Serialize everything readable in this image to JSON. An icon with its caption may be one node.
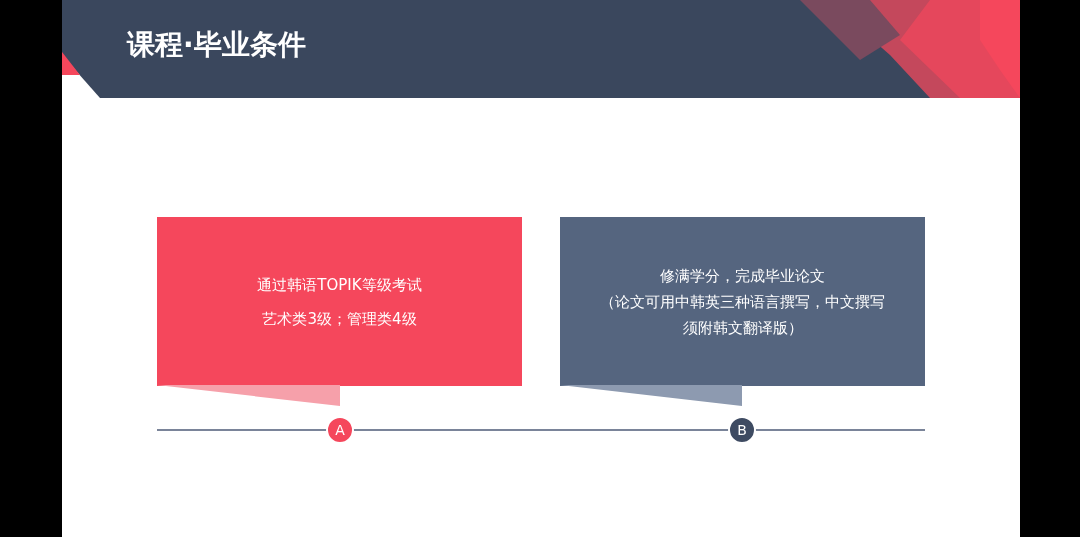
{
  "diagram": {
    "title": "课程·毕业条件",
    "nodes": [
      {
        "text": [
          "通过韩语TOPIK等级考试",
          "艺术类3级；管理类4级"
        ]
      },
      {
        "text": [
          "修满学分，完成毕业论文",
          "（论文可用中韩英三种语言撰写，中文撰写须附韩文翻译版）"
        ]
      },
      {
        "text": [
          "A"
        ]
      },
      {
        "text": [
          "B"
        ]
      }
    ],
    "edges": []
  }
}
